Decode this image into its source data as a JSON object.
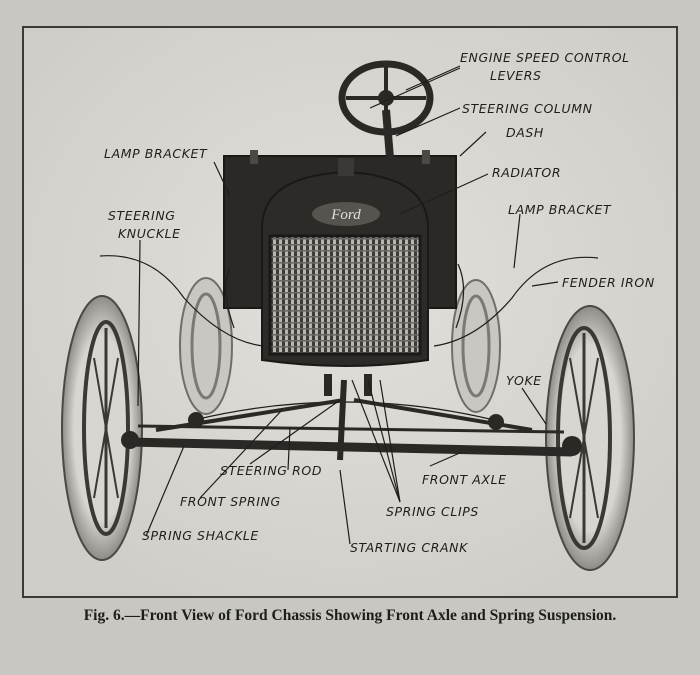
{
  "labels": {
    "engine_speed_control_1": "ENGINE SPEED CONTROL",
    "engine_speed_control_2": "LEVERS",
    "steering_column": "STEERING COLUMN",
    "dash": "DASH",
    "lamp_bracket_left": "LAMP BRACKET",
    "radiator": "RADIATOR",
    "lamp_bracket_right": "LAMP BRACKET",
    "steering_knuckle_1": "STEERING",
    "steering_knuckle_2": "KNUCKLE",
    "fender_iron": "FENDER IRON",
    "yoke": "YOKE",
    "steering_rod": "STEERING ROD",
    "front_axle": "FRONT AXLE",
    "front_spring": "FRONT SPRING",
    "spring_clips": "SPRING CLIPS",
    "spring_shackle": "SPRING SHACKLE",
    "starting_crank": "STARTING CRANK"
  },
  "badge": "Ford",
  "caption": "Fig. 6.—Front View of Ford Chassis Showing Front Axle and Spring Suspension."
}
